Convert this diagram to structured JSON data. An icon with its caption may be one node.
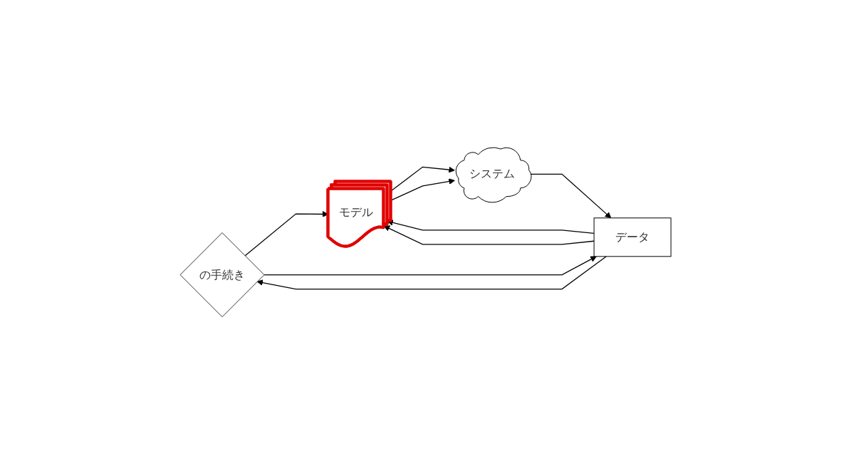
{
  "diagram": {
    "nodes": [
      {
        "text": [
          "の手続き"
        ]
      },
      {
        "text": [
          "モデル"
        ]
      },
      {
        "text": [
          "データ"
        ]
      },
      {
        "text": [
          "システム"
        ]
      }
    ],
    "edges": [
      {
        "from": 0,
        "to": 1,
        "arrow": "to"
      },
      {
        "from": 0,
        "to": 2,
        "arrow": "to"
      },
      {
        "from": 2,
        "to": 0,
        "arrow": "to"
      },
      {
        "from": 2,
        "to": 1,
        "arrow": "to"
      },
      {
        "from": 2,
        "to": 1,
        "arrow": "to"
      },
      {
        "from": 1,
        "to": 3,
        "arrow": "to"
      },
      {
        "from": 1,
        "to": 3,
        "arrow": "to"
      },
      {
        "from": 3,
        "to": 2,
        "arrow": "to"
      }
    ]
  }
}
